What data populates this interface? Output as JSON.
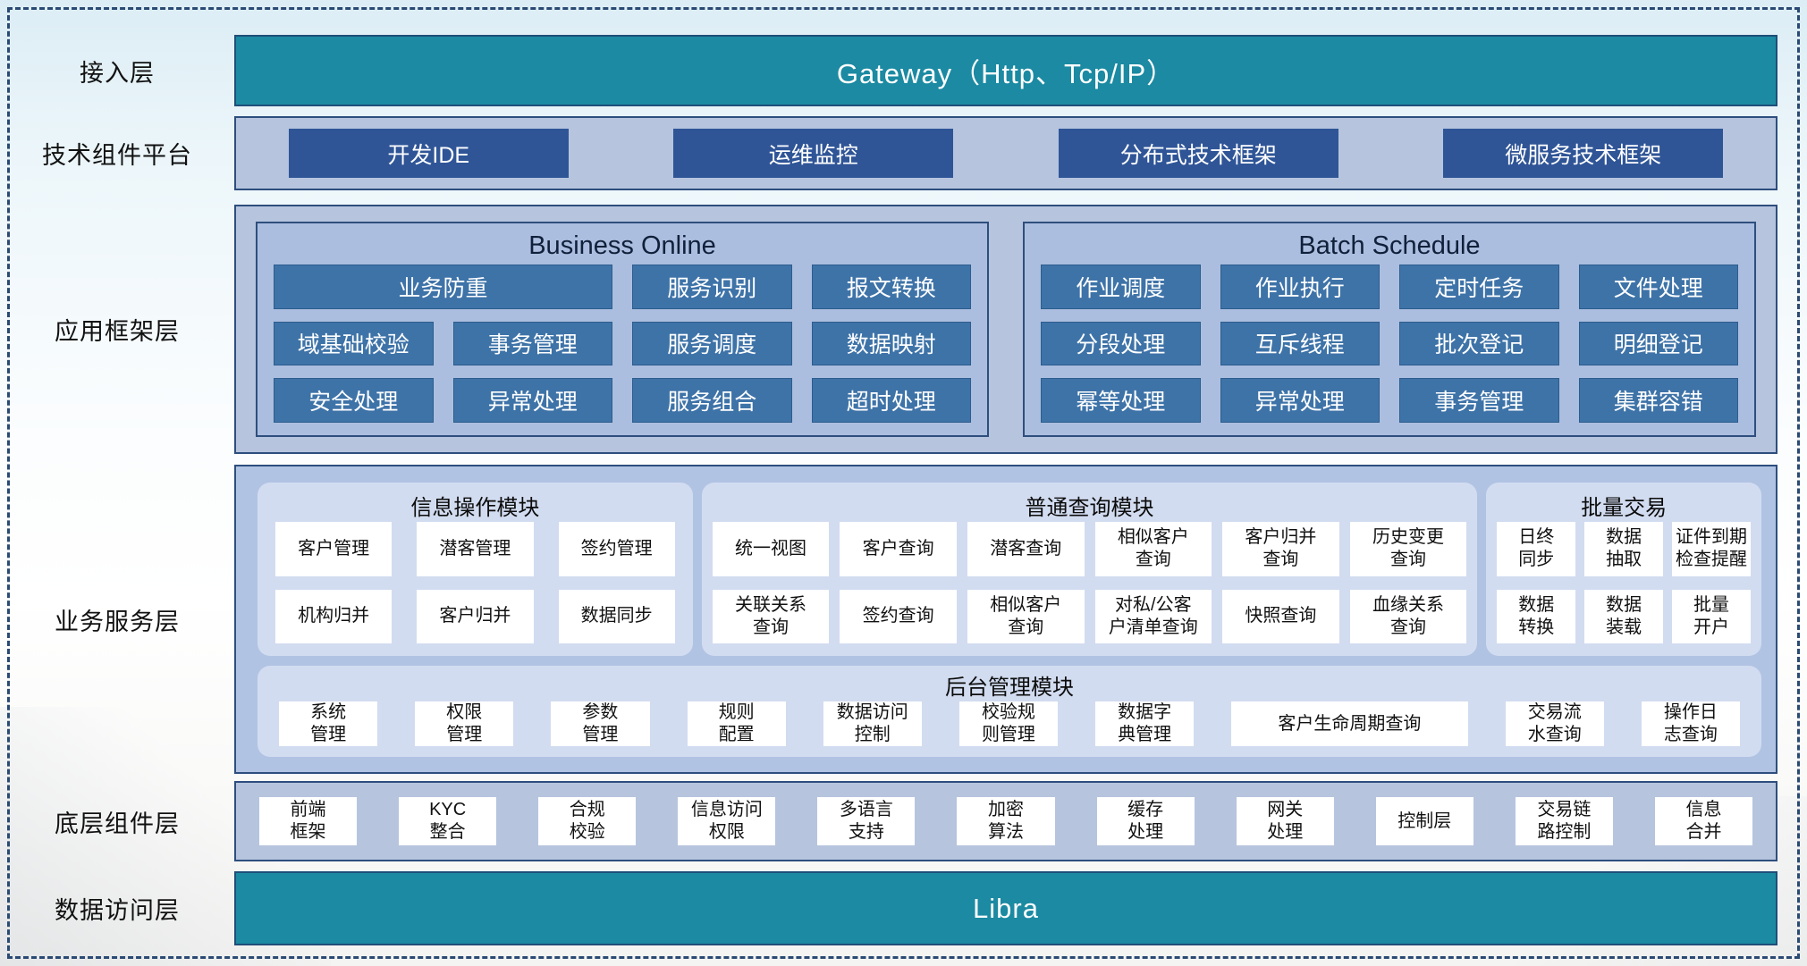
{
  "colors": {
    "teal_bar": "#1b8aa2",
    "navy_button": "#2f5597",
    "steel_button": "#3e73a8",
    "panel_blue": "#b6c4de",
    "module_blue": "#d2dcf0",
    "border_navy": "#2e4e7e"
  },
  "layers": {
    "access": {
      "label": "接入层",
      "bar": "Gateway（Http、Tcp/IP）"
    },
    "tech": {
      "label": "技术组件平台",
      "items": [
        "开发IDE",
        "运维监控",
        "分布式技术框架",
        "微服务技术框架"
      ]
    },
    "framework": {
      "label": "应用框架层",
      "online": {
        "title": "Business Online",
        "items": [
          "业务防重",
          "服务识别",
          "报文转换",
          "域基础校验",
          "事务管理",
          "服务调度",
          "数据映射",
          "安全处理",
          "异常处理",
          "服务组合",
          "超时处理"
        ]
      },
      "batch": {
        "title": "Batch Schedule",
        "items": [
          "作业调度",
          "作业执行",
          "定时任务",
          "文件处理",
          "分段处理",
          "互斥线程",
          "批次登记",
          "明细登记",
          "幂等处理",
          "异常处理",
          "事务管理",
          "集群容错"
        ]
      }
    },
    "service": {
      "label": "业务服务层",
      "modules": [
        {
          "title": "信息操作模块",
          "items": [
            "客户管理",
            "潜客管理",
            "签约管理",
            "机构归并",
            "客户归并",
            "数据同步"
          ]
        },
        {
          "title": "普通查询模块",
          "items": [
            "统一视图",
            "客户查询",
            "潜客查询",
            "相似客户\n查询",
            "客户归并\n查询",
            "历史变更\n查询",
            "关联关系\n查询",
            "签约查询",
            "相似客户\n查询",
            "对私/公客\n户清单查询",
            "快照查询",
            "血缘关系\n查询"
          ]
        },
        {
          "title": "批量交易",
          "items": [
            "日终\n同步",
            "数据\n抽取",
            "证件到期\n检查提醒",
            "数据\n转换",
            "数据\n装载",
            "批量\n开户"
          ]
        }
      ],
      "admin": {
        "title": "后台管理模块",
        "items": [
          "系统\n管理",
          "权限\n管理",
          "参数\n管理",
          "规则\n配置",
          "数据访问\n控制",
          "校验规\n则管理",
          "数据字\n典管理",
          "客户生命周期查询",
          "交易流\n水查询",
          "操作日\n志查询"
        ]
      }
    },
    "base": {
      "label": "底层组件层",
      "items": [
        "前端\n框架",
        "KYC\n整合",
        "合规\n校验",
        "信息访问\n权限",
        "多语言\n支持",
        "加密\n算法",
        "缓存\n处理",
        "网关\n处理",
        "控制层",
        "交易链\n路控制",
        "信息\n合并"
      ]
    },
    "data": {
      "label": "数据访问层",
      "bar": "Libra"
    }
  }
}
